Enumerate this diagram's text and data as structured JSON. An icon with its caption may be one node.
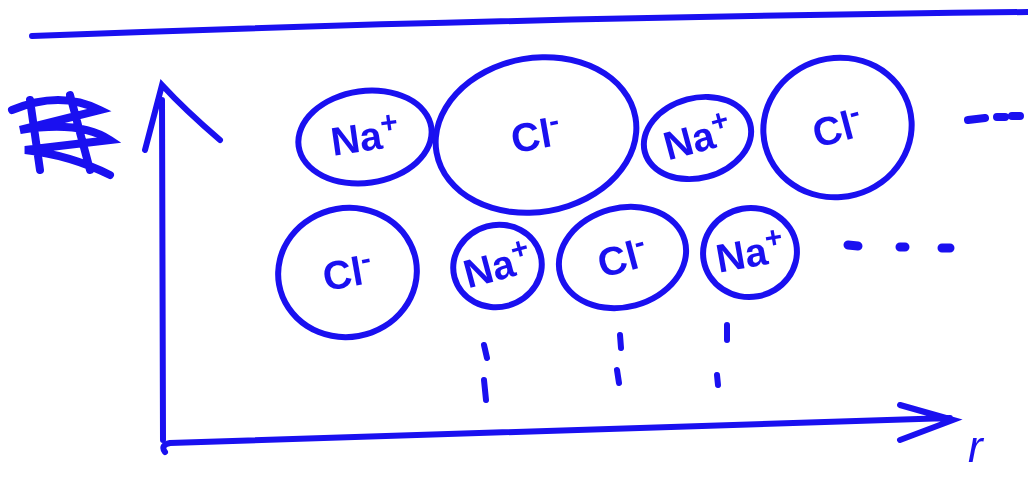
{
  "diagram": {
    "nodes": [
      {
        "text": [
          "Na$^{+}$"
        ]
      },
      {
        "text": [
          "Cl$^{-}$"
        ]
      },
      {
        "text": [
          "Na$^{+}$"
        ]
      },
      {
        "text": [
          "Cl$^{-}$"
        ]
      },
      {
        "text": [
          "Cl$^{-}$"
        ]
      },
      {
        "text": [
          "Na$^{+}$"
        ]
      },
      {
        "text": [
          "Cl$^{-}$"
        ]
      },
      {
        "text": [
          "Na$^{+}$"
        ]
      }
    ],
    "edges": [],
    "labels": [
      "r"
    ]
  }
}
